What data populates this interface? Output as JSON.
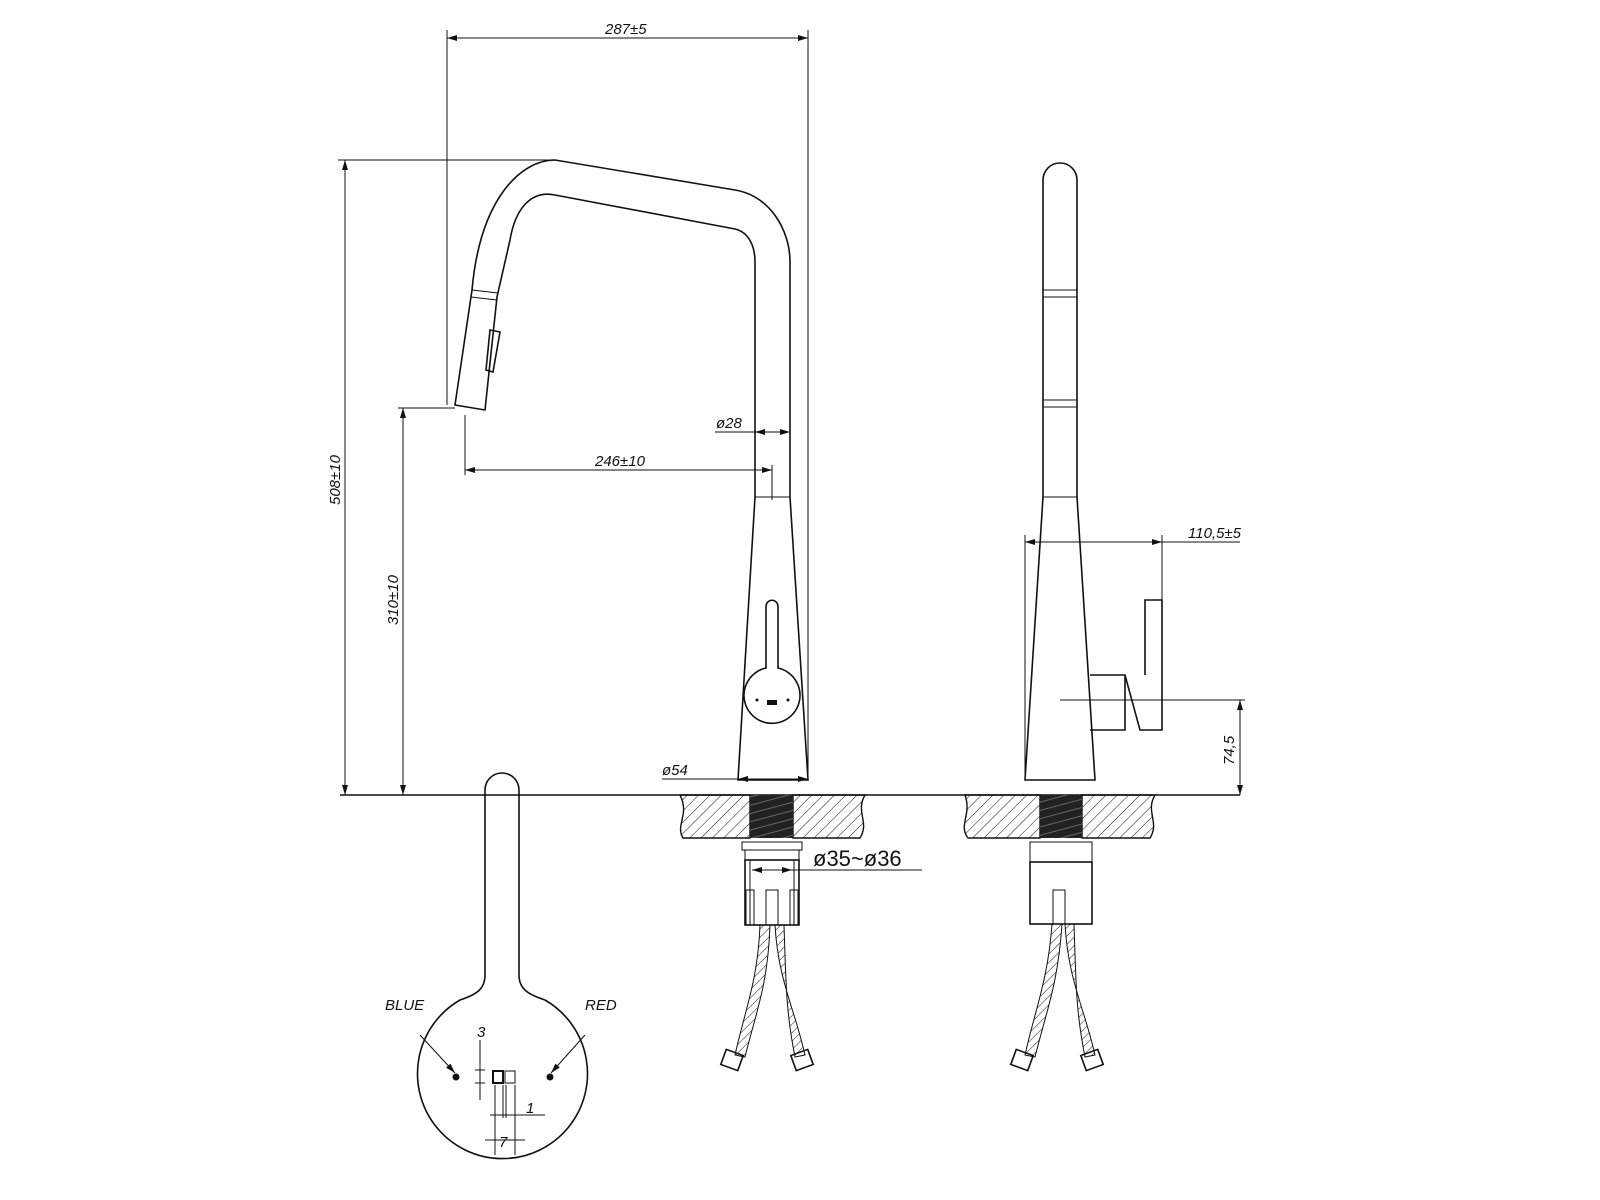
{
  "dimensions": {
    "overall_reach": "287±5",
    "overall_height": "508±10",
    "spout_clearance": "310±10",
    "spout_reach": "246±10",
    "spout_diameter": "ø28",
    "base_diameter": "ø54",
    "hole_diameter": "ø35~ø36",
    "handle_depth": "110,5±5",
    "handle_height": "74,5",
    "pin_offset": "3",
    "pin_gap": "1",
    "pin_width": "7"
  },
  "labels": {
    "cold": "BLUE",
    "hot": "RED"
  },
  "colors": {
    "line": "#111111",
    "background": "#ffffff"
  }
}
